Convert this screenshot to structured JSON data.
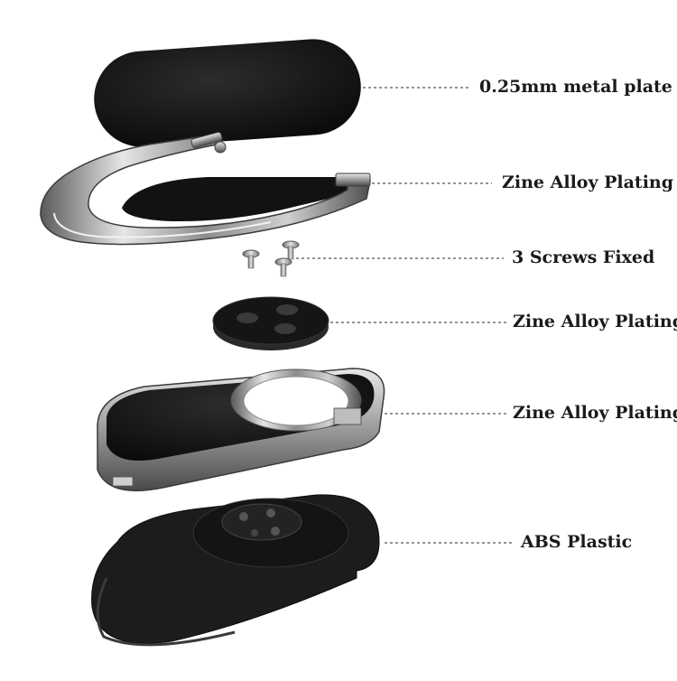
{
  "diagram": {
    "layers": [
      {
        "id": "metal-plate",
        "label": "0.25mm metal plate"
      },
      {
        "id": "zinc-bracket",
        "label": "Zine Alloy Plating"
      },
      {
        "id": "screws",
        "label": "3 Screws Fixed"
      },
      {
        "id": "zinc-disc",
        "label": "Zine Alloy Plating"
      },
      {
        "id": "zinc-frame",
        "label": "Zine Alloy Plating"
      },
      {
        "id": "abs-base",
        "label": "ABS Plastic"
      }
    ],
    "colors": {
      "black": "#141414",
      "metal_light": "#d9d9d9",
      "metal_mid": "#9a9a9a",
      "metal_dark": "#4d4d4d",
      "leader": "#555555"
    }
  }
}
